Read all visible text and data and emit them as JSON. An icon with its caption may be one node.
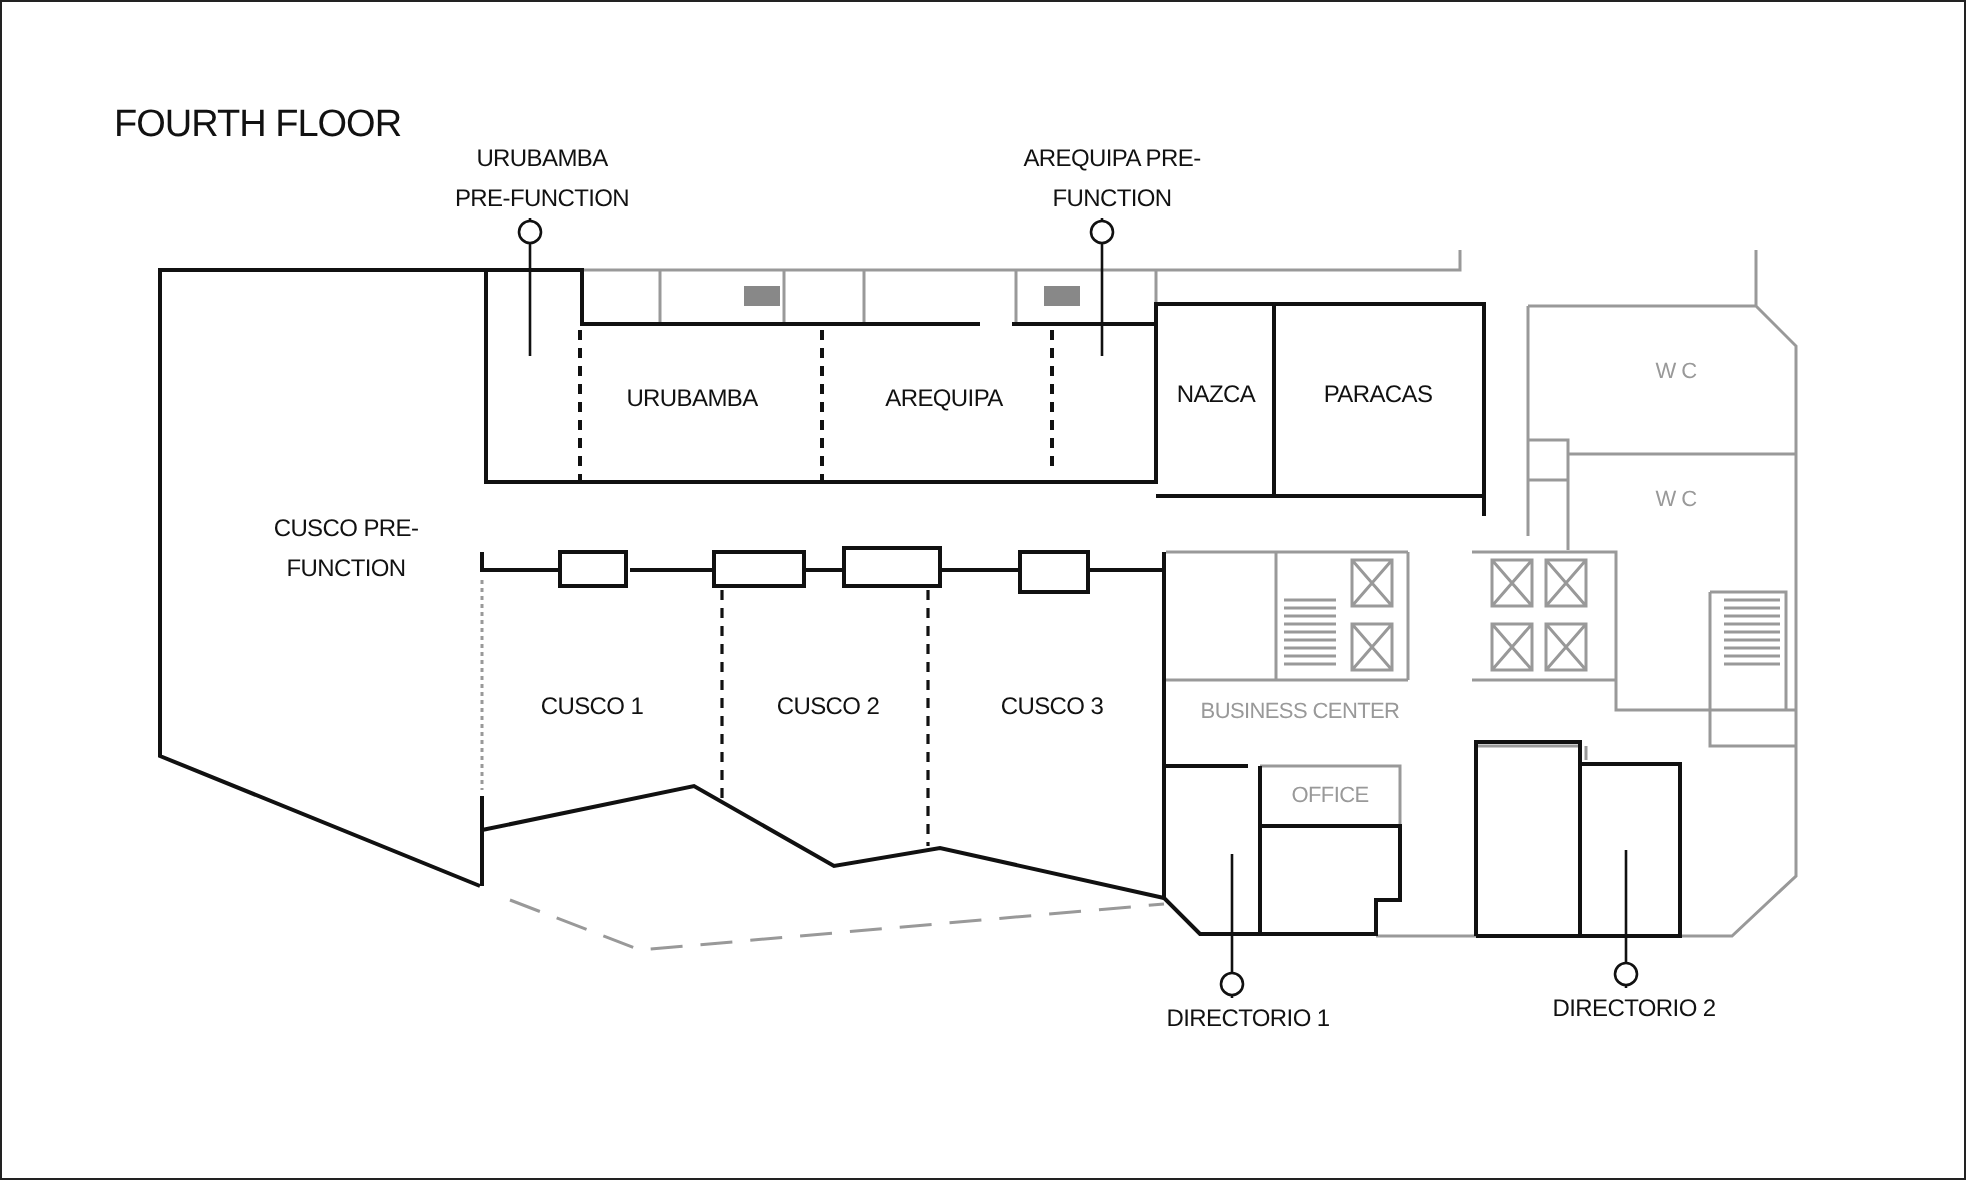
{
  "diagram": {
    "title": "FOURTH FLOOR",
    "nodes": [
      {
        "text": [
          "URUBAMBA PRE-FUNCTION"
        ]
      },
      {
        "text": [
          "AREQUIPA PRE-FUNCTION"
        ]
      },
      {
        "text": [
          "DIRECTORIO 1"
        ]
      },
      {
        "text": [
          "DIRECTORIO 2"
        ]
      }
    ],
    "edges": [
      {
        "from": 0,
        "to": null,
        "arrow": "other"
      },
      {
        "from": 1,
        "to": null,
        "arrow": "other"
      },
      {
        "from": 2,
        "to": null,
        "arrow": "other"
      },
      {
        "from": 3,
        "to": null,
        "arrow": "other"
      }
    ],
    "labels": [
      "W C",
      "URUBAMBA",
      "AREQUIPA",
      "NAZCA",
      "PARACAS",
      "W C",
      "CUSCO PRE-FUNCTION",
      "CUSCO 1",
      "CUSCO 2",
      "CUSCO 3",
      "BUSINESS CENTER",
      "OFFICE"
    ]
  }
}
